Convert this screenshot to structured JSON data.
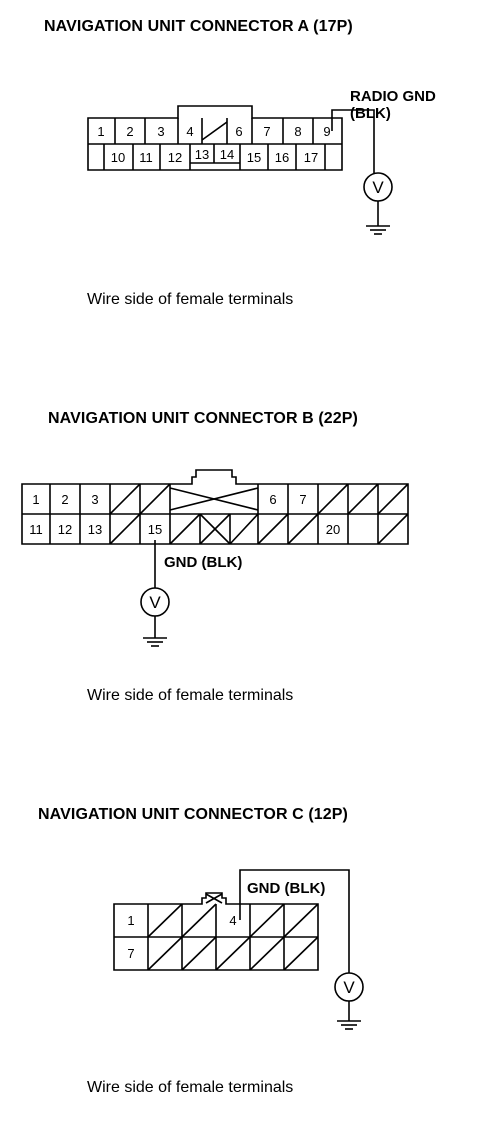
{
  "connector_a": {
    "title": "NAVIGATION UNIT CONNECTOR A (17P)",
    "wire_label_1": "RADIO GND",
    "wire_label_2": "(BLK)",
    "caption": "Wire side of female terminals",
    "pins": [
      "1",
      "2",
      "3",
      "4",
      "6",
      "7",
      "8",
      "9",
      "10",
      "11",
      "12",
      "13",
      "14",
      "15",
      "16",
      "17"
    ]
  },
  "connector_b": {
    "title": "NAVIGATION UNIT CONNECTOR B (22P)",
    "wire_label": "GND (BLK)",
    "caption": "Wire side of female terminals",
    "pins": [
      "1",
      "2",
      "3",
      "6",
      "7",
      "11",
      "12",
      "13",
      "15",
      "20"
    ]
  },
  "connector_c": {
    "title": "NAVIGATION UNIT CONNECTOR C (12P)",
    "wire_label": "GND (BLK)",
    "caption": "Wire side of female terminals",
    "pins": [
      "1",
      "4",
      "7"
    ]
  },
  "meter_symbol": "V"
}
